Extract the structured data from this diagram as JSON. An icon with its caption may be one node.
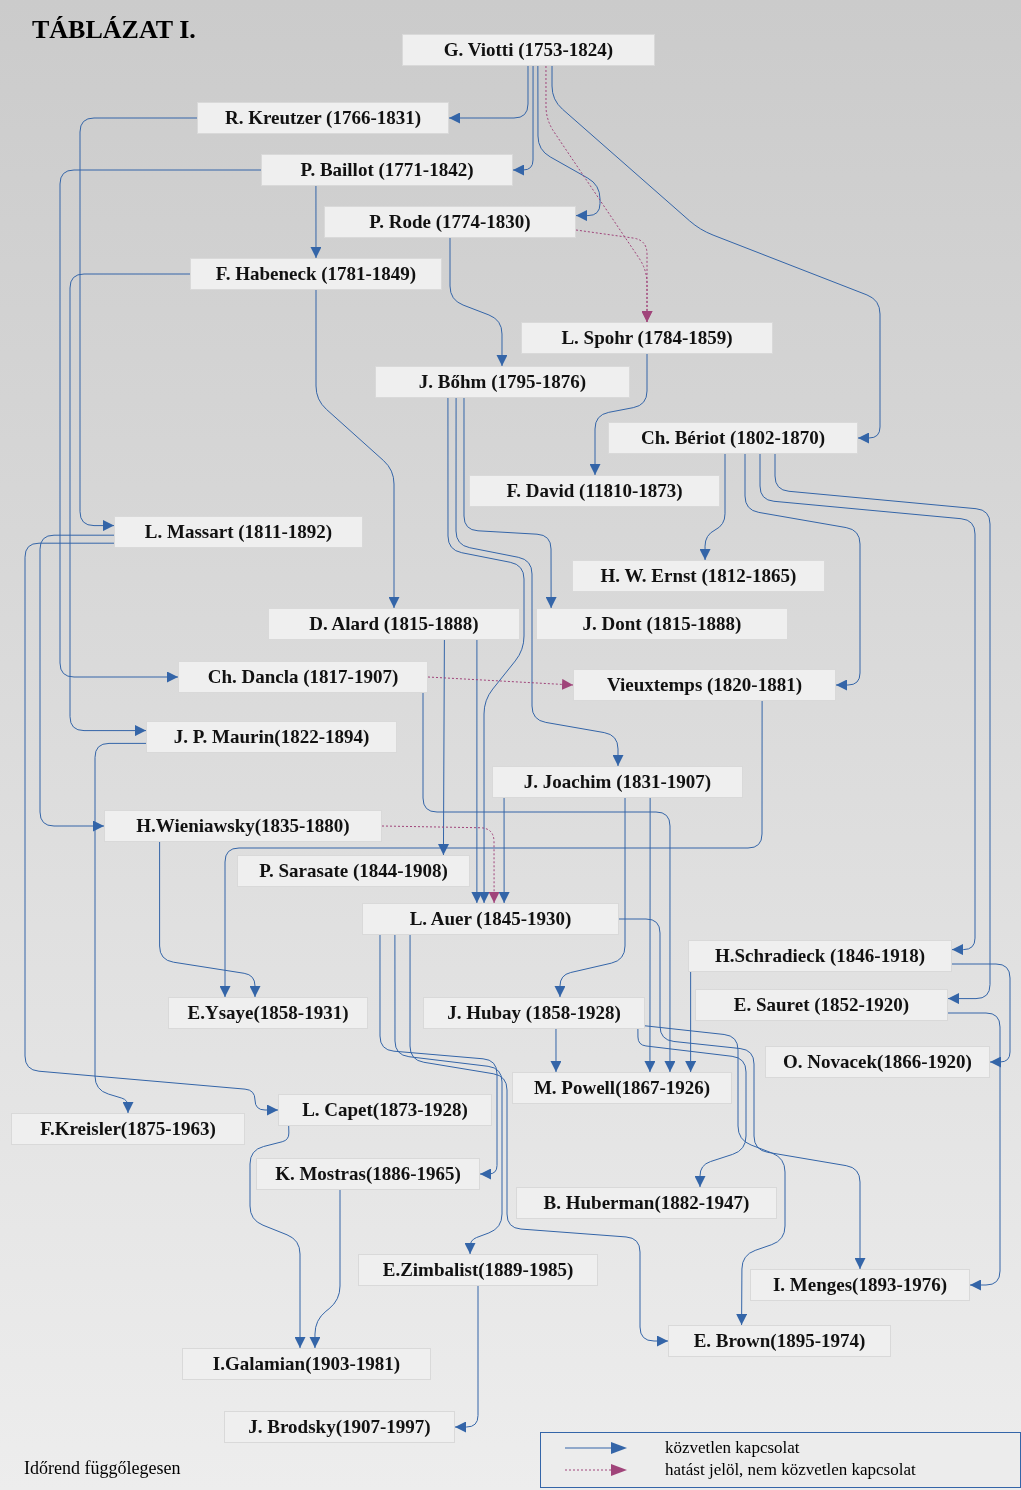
{
  "diagram": {
    "title": "TÁBLÁZAT I.",
    "nodes": [
      {
        "text": [
          "G. Viotti (1753-1824)"
        ]
      },
      {
        "text": [
          "R. Kreutzer (1766-1831)"
        ]
      },
      {
        "text": [
          "P. Baillot (1771-1842)"
        ]
      },
      {
        "text": [
          "P. Rode (1774-1830)"
        ]
      },
      {
        "text": [
          "F. Habeneck (1781-1849)"
        ]
      },
      {
        "text": [
          "L. Spohr (1784-1859)"
        ]
      },
      {
        "text": [
          "J. Bőhm (1795-1876)"
        ]
      },
      {
        "text": [
          "Ch. Bériot (1802-1870)"
        ]
      },
      {
        "text": [
          "F. David  (11810-1873)"
        ]
      },
      {
        "text": [
          "L. Massart (1811-1892)"
        ]
      },
      {
        "text": [
          "H. W. Ernst (1812-1865)"
        ]
      },
      {
        "text": [
          "D. Alard (1815-1888)"
        ]
      },
      {
        "text": [
          "J. Dont (1815-1888)"
        ]
      },
      {
        "text": [
          "Ch. Dancla (1817-1907)"
        ]
      },
      {
        "text": [
          "Vieuxtemps (1820-1881)"
        ]
      },
      {
        "text": [
          "J. P. Maurin(1822-1894)"
        ]
      },
      {
        "text": [
          "J. Joachim (1831-1907)"
        ]
      },
      {
        "text": [
          "H.Wieniawsky(1835-1880)"
        ]
      },
      {
        "text": [
          "P. Sarasate (1844-1908)"
        ]
      },
      {
        "text": [
          "L. Auer (1845-1930)"
        ]
      },
      {
        "text": [
          "H.Schradieck (1846-1918)"
        ]
      },
      {
        "text": [
          "E.Ysaye(1858-1931)"
        ]
      },
      {
        "text": [
          "J. Hubay (1858-1928)"
        ]
      },
      {
        "text": [
          "E. Sauret (1852-1920)"
        ]
      },
      {
        "text": [
          "O. Novacek(1866-1920)"
        ]
      },
      {
        "text": [
          "M. Powell(1867-1926)"
        ]
      },
      {
        "text": [
          "F.Kreisler(1875-1963)"
        ]
      },
      {
        "text": [
          "L. Capet(1873-1928)"
        ]
      },
      {
        "text": [
          "B. Huberman(1882-1947)"
        ]
      },
      {
        "text": [
          "K. Mostras(1886-1965)"
        ]
      },
      {
        "text": [
          "E.Zimbalist(1889-1985)"
        ]
      },
      {
        "text": [
          "I. Menges(1893-1976)"
        ]
      },
      {
        "text": [
          "E. Brown(1895-1974)"
        ]
      },
      {
        "text": [
          "I.Galamian(1903-1981)"
        ]
      },
      {
        "text": [
          "J. Brodsky(1907-1997)"
        ]
      }
    ],
    "edges": [
      {
        "from": 0,
        "to": 1,
        "arrow": "to"
      },
      {
        "from": 0,
        "to": 2,
        "arrow": "to"
      },
      {
        "from": 0,
        "to": 3,
        "arrow": "to"
      },
      {
        "from": 0,
        "to": 7,
        "arrow": "to"
      },
      {
        "from": 0,
        "to": 5,
        "arrow": "to",
        "style": "dashed",
        "color": "#a0447a"
      },
      {
        "from": 3,
        "to": 5,
        "arrow": "to",
        "style": "dashed",
        "color": "#a0447a"
      },
      {
        "from": 1,
        "to": 9,
        "arrow": "to"
      },
      {
        "from": 2,
        "to": 4,
        "arrow": "to"
      },
      {
        "from": 2,
        "to": 13,
        "arrow": "to"
      },
      {
        "from": 4,
        "to": 11,
        "arrow": "to"
      },
      {
        "from": 4,
        "to": 15,
        "arrow": "to"
      },
      {
        "from": 3,
        "to": 6,
        "arrow": "to"
      },
      {
        "from": 5,
        "to": 8,
        "arrow": "to"
      },
      {
        "from": 6,
        "to": 19,
        "arrow": "to"
      },
      {
        "from": 6,
        "to": 16,
        "arrow": "to"
      },
      {
        "from": 6,
        "to": 12,
        "arrow": "to"
      },
      {
        "from": 7,
        "to": 10,
        "arrow": "to"
      },
      {
        "from": 7,
        "to": 14,
        "arrow": "to"
      },
      {
        "from": 7,
        "to": 20,
        "arrow": "to"
      },
      {
        "from": 7,
        "to": 23,
        "arrow": "to"
      },
      {
        "from": 9,
        "to": 17,
        "arrow": "to"
      },
      {
        "from": 9,
        "to": 27,
        "arrow": "to"
      },
      {
        "from": 15,
        "to": 26,
        "arrow": "to"
      },
      {
        "from": 11,
        "to": 18,
        "arrow": "to"
      },
      {
        "from": 11,
        "to": 19,
        "arrow": "to"
      },
      {
        "from": 13,
        "to": 14,
        "arrow": "to",
        "style": "dashed",
        "color": "#a0447a"
      },
      {
        "from": 13,
        "to": 25,
        "arrow": "to"
      },
      {
        "from": 14,
        "to": 21,
        "arrow": "to"
      },
      {
        "from": 17,
        "to": 21,
        "arrow": "to"
      },
      {
        "from": 17,
        "to": 19,
        "arrow": "to",
        "style": "dashed",
        "color": "#a0447a"
      },
      {
        "from": 16,
        "to": 19,
        "arrow": "to"
      },
      {
        "from": 16,
        "to": 22,
        "arrow": "to"
      },
      {
        "from": 16,
        "to": 25,
        "arrow": "to"
      },
      {
        "from": 20,
        "to": 25,
        "arrow": "to"
      },
      {
        "from": 20,
        "to": 24,
        "arrow": "to"
      },
      {
        "from": 23,
        "to": 31,
        "arrow": "to"
      },
      {
        "from": 19,
        "to": 29,
        "arrow": "to"
      },
      {
        "from": 19,
        "to": 30,
        "arrow": "to"
      },
      {
        "from": 19,
        "to": 32,
        "arrow": "to"
      },
      {
        "from": 19,
        "to": 31,
        "arrow": "to"
      },
      {
        "from": 22,
        "to": 28,
        "arrow": "to"
      },
      {
        "from": 22,
        "to": 32,
        "arrow": "to"
      },
      {
        "from": 22,
        "to": 25,
        "arrow": "to"
      },
      {
        "from": 27,
        "to": 33,
        "arrow": "to"
      },
      {
        "from": 29,
        "to": 33,
        "arrow": "to"
      },
      {
        "from": 30,
        "to": 34,
        "arrow": "to"
      }
    ],
    "labels": [
      "Időrend függőlegesen"
    ],
    "legend": [
      {
        "text": "közvetlen kapcsolat"
      },
      {
        "text": "hatást jelöl, nem közvetlen kapcsolat"
      }
    ]
  }
}
